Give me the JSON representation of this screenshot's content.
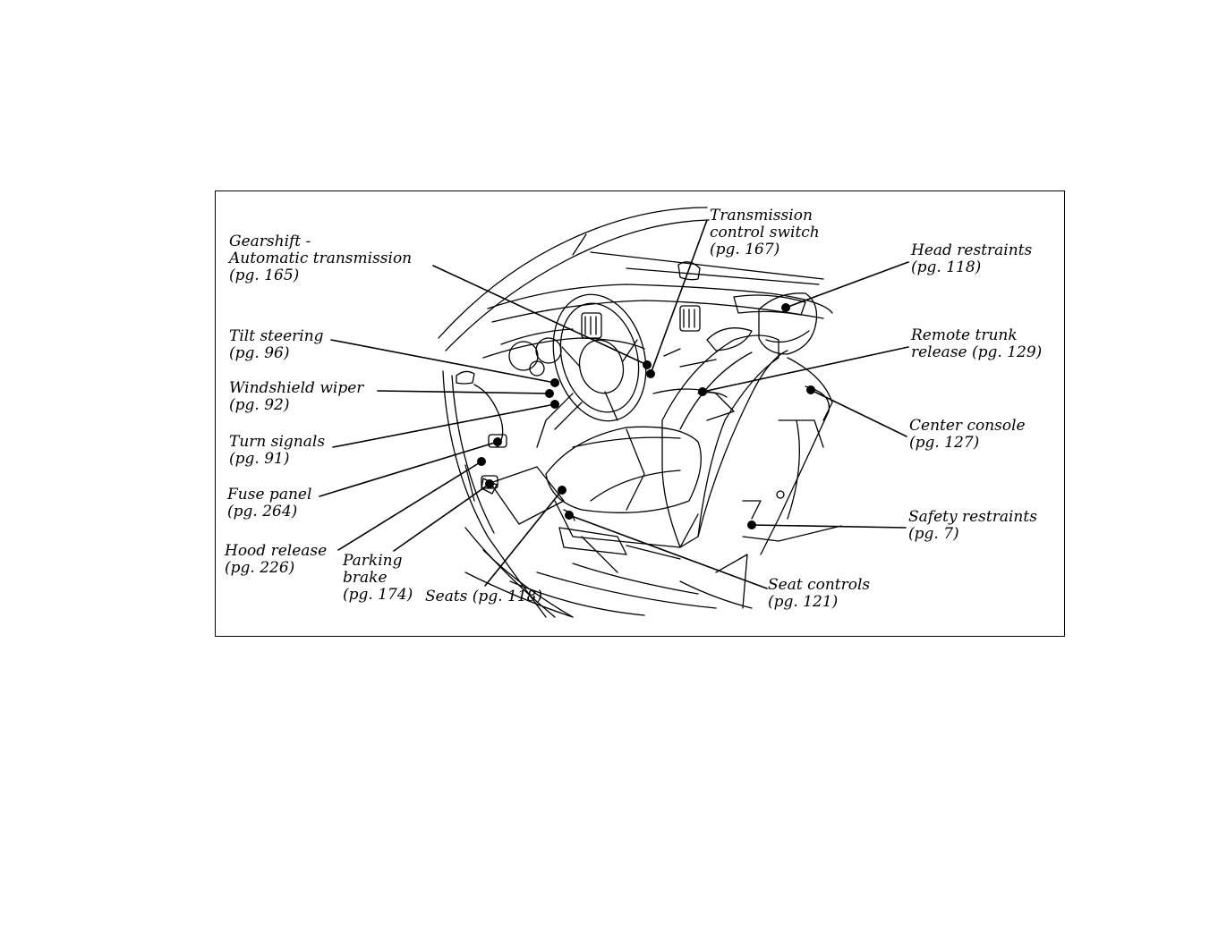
{
  "callouts": {
    "gearshift": {
      "line1": "Gearshift -",
      "line2": "Automatic transmission",
      "page": "(pg. 165)"
    },
    "transmission_switch": {
      "line1": "Transmission",
      "line2": "control switch",
      "page": "(pg. 167)"
    },
    "head_restraints": {
      "line1": "Head restraints",
      "page": "(pg. 118)"
    },
    "tilt_steering": {
      "line1": "Tilt steering",
      "page": "(pg. 96)"
    },
    "remote_trunk": {
      "line1": "Remote trunk",
      "line2": "release (pg. 129)"
    },
    "windshield_wiper": {
      "line1": "Windshield wiper",
      "page": "(pg. 92)"
    },
    "turn_signals": {
      "line1": "Turn signals",
      "page": "(pg. 91)"
    },
    "center_console": {
      "line1": "Center console",
      "page": "(pg. 127)"
    },
    "fuse_panel": {
      "line1": "Fuse panel",
      "page": "(pg. 264)"
    },
    "safety_restraints": {
      "line1": "Safety restraints",
      "page": "(pg. 7)"
    },
    "hood_release": {
      "line1": "Hood release",
      "page": "(pg. 226)"
    },
    "parking_brake": {
      "line1": "Parking",
      "line2": "brake",
      "page": "(pg. 174)"
    },
    "seats": {
      "line1": "Seats (pg. 118)"
    },
    "seat_controls": {
      "line1": "Seat controls",
      "page": "(pg. 121)"
    }
  }
}
